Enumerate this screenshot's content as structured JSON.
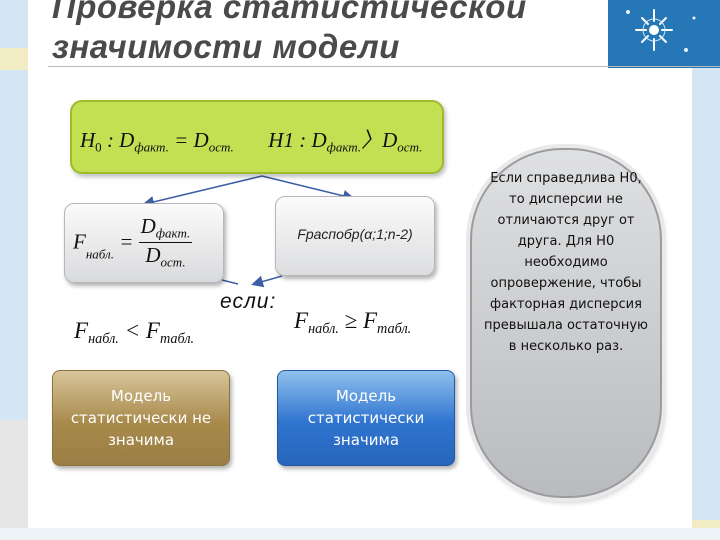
{
  "slide": {
    "title_line1": "Проверка статистической",
    "title_line2": "значимости модели"
  },
  "hypotheses": {
    "h0_symbol": "H",
    "h0_index": "0",
    "h0_rest": " : D",
    "h0_sub1": "факт.",
    "h0_eq": " = D",
    "h0_sub2": "ост.",
    "h1_symbol": "H1 : D",
    "h1_sub1": "факт.",
    "h1_rel": "〉D",
    "h1_sub2": "ост."
  },
  "f_observed": {
    "lhs": "F",
    "lhs_sub": "набл.",
    "eq": " = ",
    "num": "D",
    "num_sub": "факт.",
    "den": "D",
    "den_sub": "ост."
  },
  "f_critical": {
    "label": "Fраспобр(α;1;n-2)"
  },
  "condition_label": "если:",
  "inequality_left": {
    "a": "F",
    "a_sub": "набл.",
    "op": " < F",
    "b_sub": "табл."
  },
  "inequality_right": {
    "a": "F",
    "a_sub": "набл.",
    "op": " ≥ F",
    "b_sub": "табл."
  },
  "results": {
    "insignificant": "Модель статистически не значима",
    "significant": "Модель статистически значима"
  },
  "note": "Если справедлива H0, то дисперсии не отличаются друг от друга. Для H0 необходимо опровержение, чтобы факторная дисперсия превышала остаточную в несколько раз.",
  "colors": {
    "hypothesis_fill": "#c3e052",
    "insignificant_fill": "#a88a4c",
    "significant_fill": "#2f74cf",
    "accent_blue": "#2677b6"
  }
}
